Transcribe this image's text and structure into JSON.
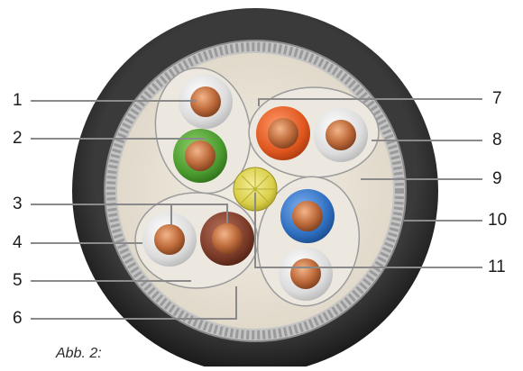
{
  "labels": {
    "l1": "1",
    "l2": "2",
    "l3": "3",
    "l4": "4",
    "l5": "5",
    "l6": "6",
    "l7": "7",
    "l8": "8",
    "l9": "9",
    "l10": "10",
    "l11": "11"
  },
  "caption": "Abb. 2:",
  "colors": {
    "jacket": "#2e2e2e",
    "shield_braid": "#b9b9b9",
    "filler": "#ece6da",
    "copper": "#c26f3f",
    "white_insulation": "#e4e4e4",
    "green_insulation": "#4a9a2e",
    "orange_insulation": "#e0561e",
    "brown_insulation": "#7a3a28",
    "blue_insulation": "#2f6fc0",
    "core_yarn": "#d9cf4a",
    "leader_line": "#8a8a8a"
  }
}
